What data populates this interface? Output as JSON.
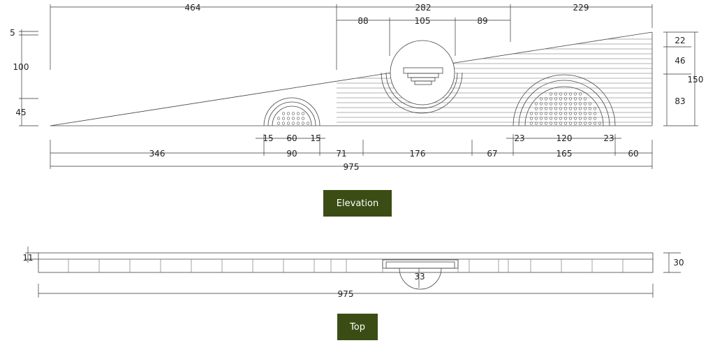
{
  "views": {
    "elevation": {
      "label": "Elevation",
      "top_dims": [
        "464",
        "282",
        "229",
        "88",
        "105",
        "89"
      ],
      "left_dims": [
        "5",
        "100",
        "45"
      ],
      "right_dims": [
        "22",
        "46",
        "83",
        "150"
      ],
      "bottom_row1": [
        "15",
        "60",
        "15",
        "23",
        "120",
        "23"
      ],
      "bottom_row2": [
        "346",
        "90",
        "71",
        "176",
        "67",
        "165",
        "60"
      ],
      "overall": "975"
    },
    "top": {
      "label": "Top",
      "left_dim": "11",
      "right_dim": "30",
      "center_dim": "33",
      "overall": "975"
    }
  }
}
